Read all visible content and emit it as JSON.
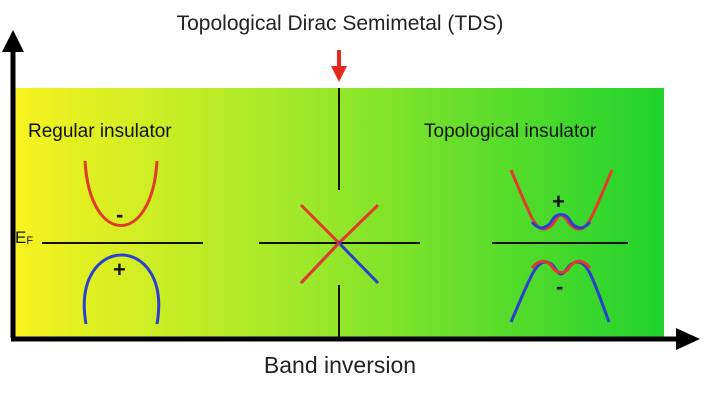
{
  "title": "Topological Dirac Semimetal (TDS)",
  "x_axis_label": "Band inversion",
  "regions": {
    "left": "Regular insulator",
    "right": "Topological insulator"
  },
  "fermi_level": {
    "main": "E",
    "sub": "F"
  },
  "parity_signs": {
    "left_conduction": "-",
    "left_valence": "+",
    "right_conduction": "+",
    "right_valence": "-"
  },
  "colors": {
    "gradient_start": "#f7f21f",
    "gradient_mid": "#9ee82a",
    "gradient_end": "#1fd22c",
    "conduction_band": "#e33a2c",
    "valence_band": "#2b3fd0",
    "marker_arrow": "#e8271e",
    "axes": "#000000"
  }
}
